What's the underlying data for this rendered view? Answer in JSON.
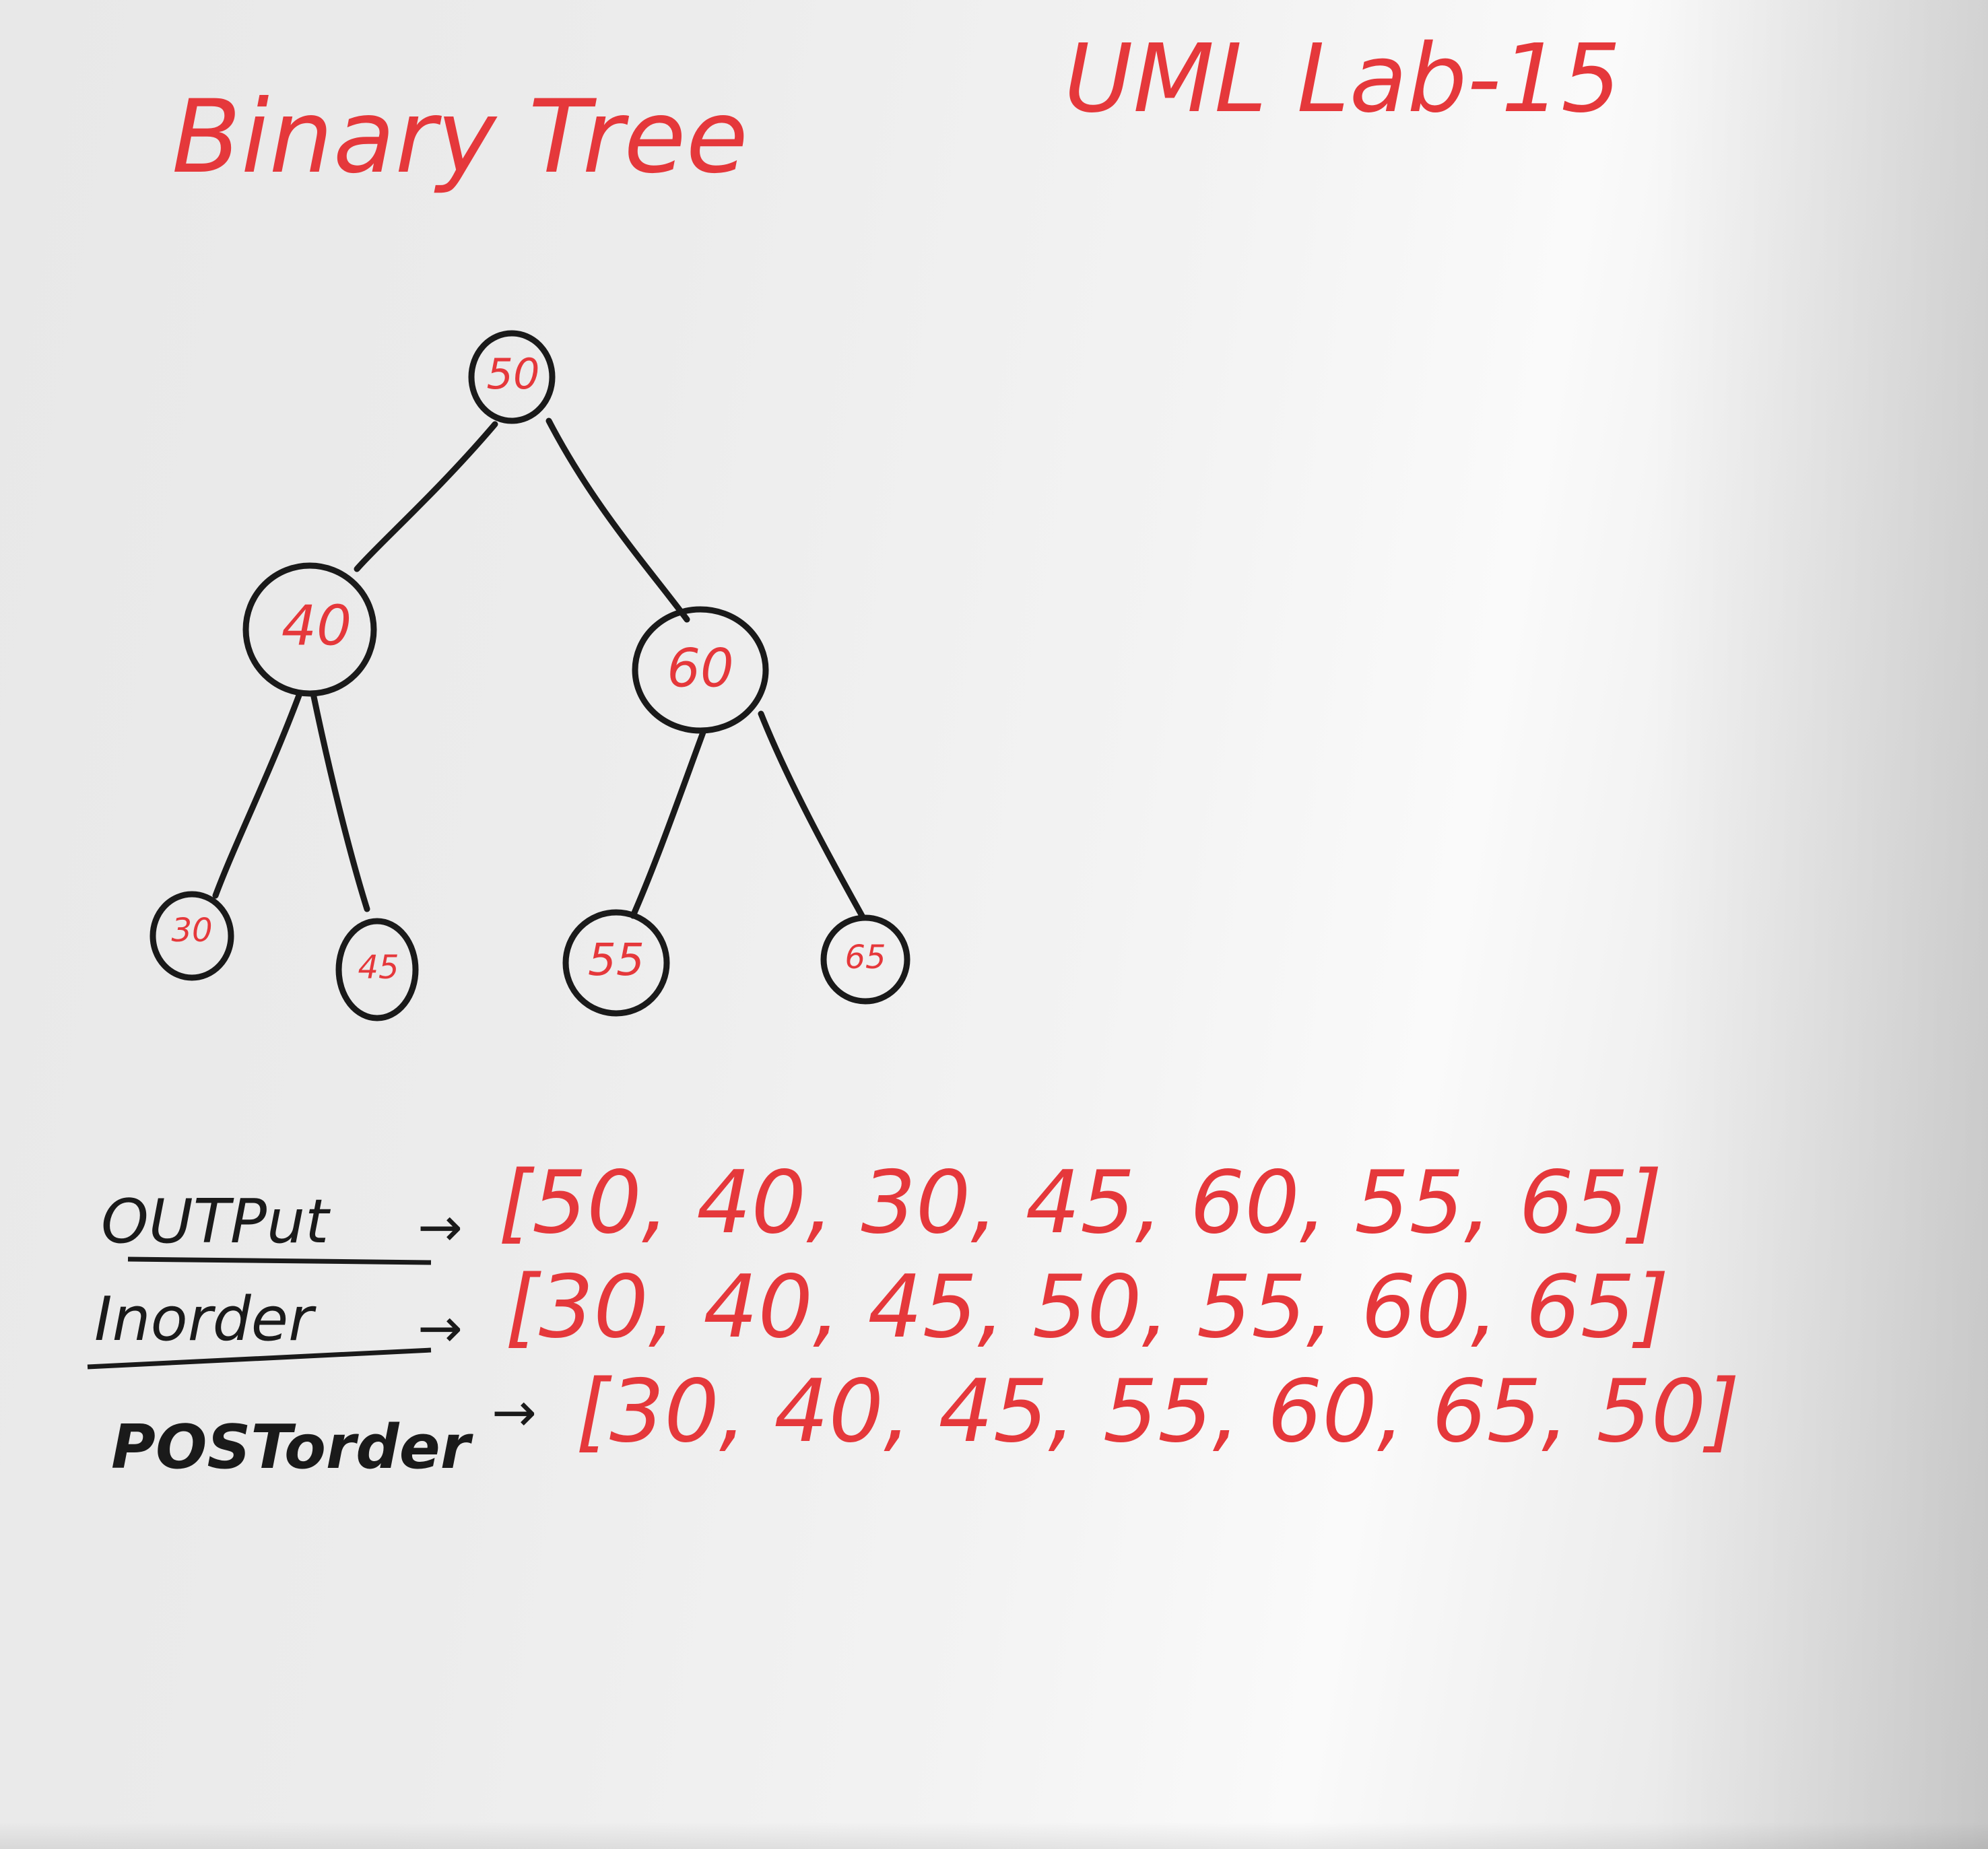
{
  "title": "Binary Tree",
  "subtitle": "UML Lab-15",
  "tree": {
    "nodes": [
      {
        "id": "n50",
        "label": "50"
      },
      {
        "id": "n40",
        "label": "40"
      },
      {
        "id": "n60",
        "label": "60"
      },
      {
        "id": "n30",
        "label": "30"
      },
      {
        "id": "n45",
        "label": "45"
      },
      {
        "id": "n55",
        "label": "55"
      },
      {
        "id": "n65",
        "label": "65"
      }
    ],
    "edges": [
      [
        "n50",
        "n40"
      ],
      [
        "n50",
        "n60"
      ],
      [
        "n40",
        "n30"
      ],
      [
        "n40",
        "n45"
      ],
      [
        "n60",
        "n55"
      ],
      [
        "n60",
        "n65"
      ]
    ]
  },
  "traversals": [
    {
      "name": "OUTPut",
      "values": "[50, 40, 30, 45, 60, 55, 65]"
    },
    {
      "name": "Inorder",
      "values": "[30, 40, 45, 50, 55, 60, 65]"
    },
    {
      "name": "POSTorder",
      "values": "[30, 40, 45, 55, 60, 65, 50]"
    }
  ],
  "colors": {
    "marker_red": "#e5383b",
    "marker_black": "#1a1a1a"
  }
}
